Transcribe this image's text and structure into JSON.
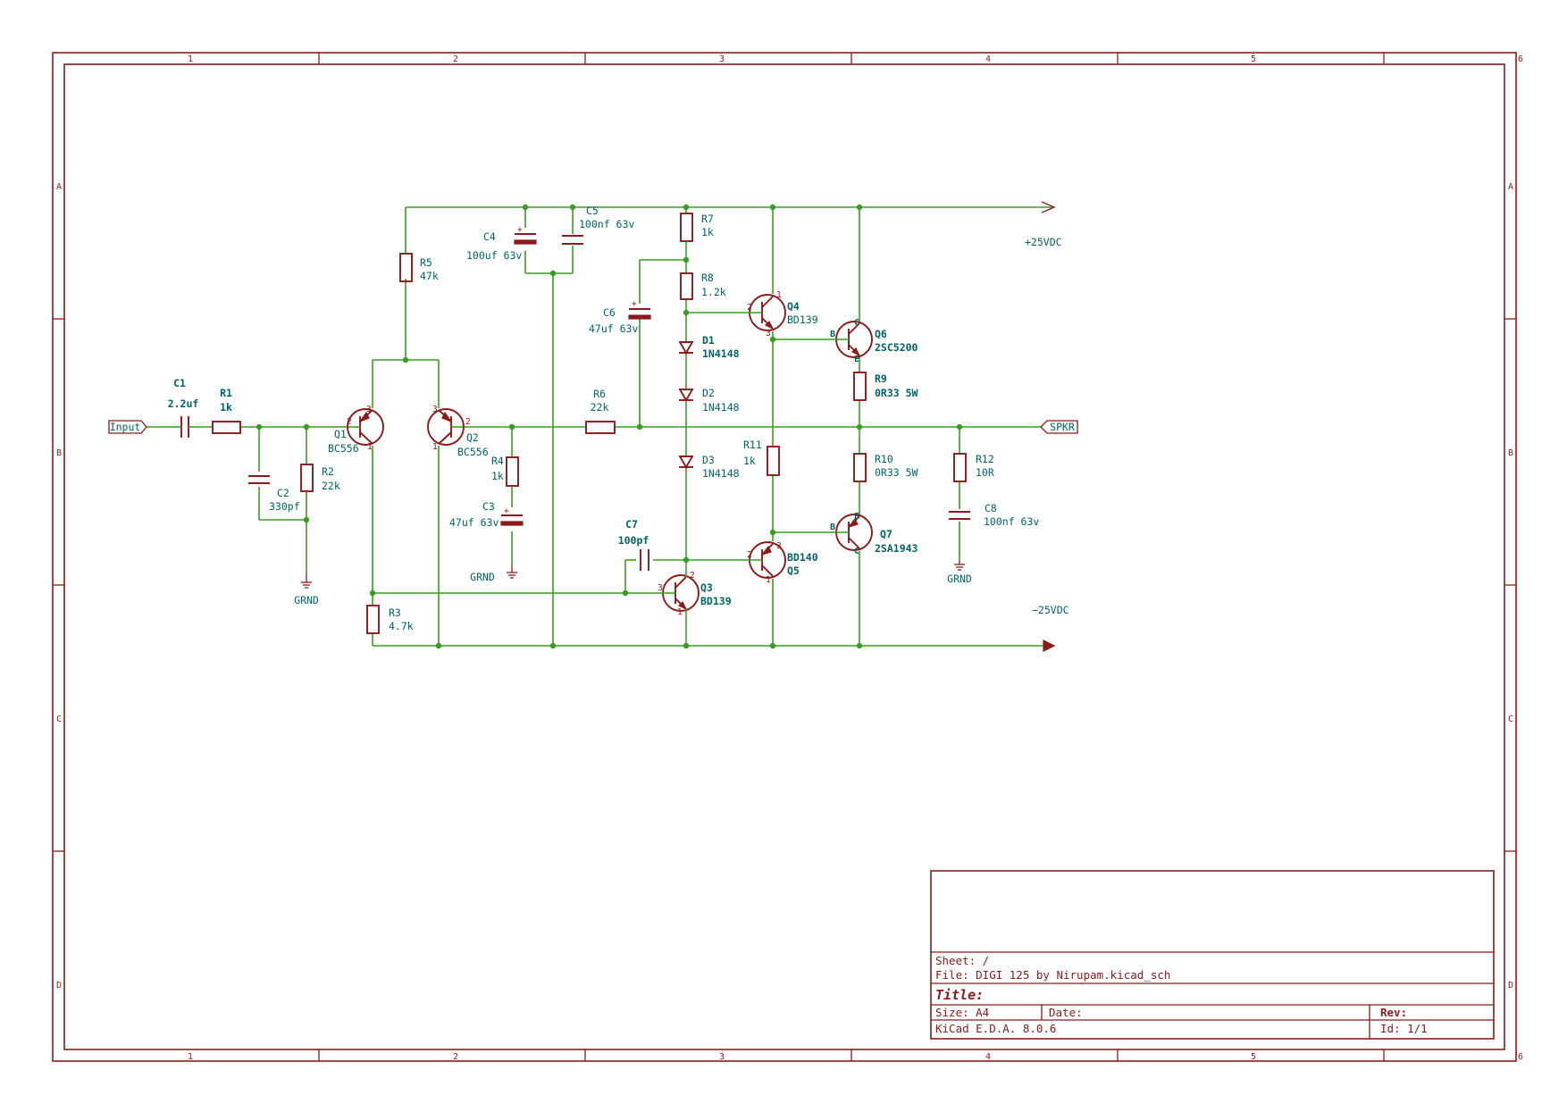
{
  "sheet": {
    "columns": [
      "1",
      "2",
      "3",
      "4",
      "5",
      "6"
    ],
    "rows": [
      "A",
      "B",
      "C",
      "D"
    ]
  },
  "title_block": {
    "sheet": "Sheet: /",
    "file": "File: DIGI 125 by Nirupam.kicad_sch",
    "title": "Title:",
    "size": "Size: A4",
    "date": "Date:",
    "rev": "Rev:",
    "tool": "KiCad E.D.A. 8.0.6",
    "id": "Id: 1/1"
  },
  "labels": {
    "input": "Input",
    "output": "SPKR",
    "vpos": "+25VDC",
    "vneg": "−25VDC",
    "gnd": "GRND"
  },
  "components": {
    "C1": {
      "ref": "C1",
      "value": "2.2uf"
    },
    "R1": {
      "ref": "R1",
      "value": "1k"
    },
    "C2": {
      "ref": "C2",
      "value": "330pf"
    },
    "R2": {
      "ref": "R2",
      "value": "22k"
    },
    "Q1": {
      "ref": "Q1",
      "value": "BC556"
    },
    "Q2": {
      "ref": "Q2",
      "value": "BC556"
    },
    "R3": {
      "ref": "R3",
      "value": "4.7k"
    },
    "R4": {
      "ref": "R4",
      "value": "1k"
    },
    "C3": {
      "ref": "C3",
      "value": "47uf 63v"
    },
    "R5": {
      "ref": "R5",
      "value": "47k"
    },
    "C4": {
      "ref": "C4",
      "value": "100uf 63v"
    },
    "C5": {
      "ref": "C5",
      "value": "100nf 63v"
    },
    "R6": {
      "ref": "R6",
      "value": "22k"
    },
    "C6": {
      "ref": "C6",
      "value": "47uf 63v"
    },
    "R7": {
      "ref": "R7",
      "value": "1k"
    },
    "R8": {
      "ref": "R8",
      "value": "1.2k"
    },
    "D1": {
      "ref": "D1",
      "value": "1N4148"
    },
    "D2": {
      "ref": "D2",
      "value": "1N4148"
    },
    "D3": {
      "ref": "D3",
      "value": "1N4148"
    },
    "C7": {
      "ref": "C7",
      "value": "100pf"
    },
    "Q3": {
      "ref": "Q3",
      "value": "BD139"
    },
    "Q4": {
      "ref": "Q4",
      "value": "BD139"
    },
    "Q5": {
      "ref": "Q5",
      "value": "BD140"
    },
    "R11": {
      "ref": "R11",
      "value": "1k"
    },
    "Q6": {
      "ref": "Q6",
      "value": "2SC5200"
    },
    "Q7": {
      "ref": "Q7",
      "value": "2SA1943"
    },
    "R9": {
      "ref": "R9",
      "value": "0R33 5W"
    },
    "R10": {
      "ref": "R10",
      "value": "0R33 5W"
    },
    "R12": {
      "ref": "R12",
      "value": "10R"
    },
    "C8": {
      "ref": "C8",
      "value": "100nf 63v"
    }
  },
  "pins": {
    "p1": "1",
    "p2": "2",
    "p3": "3",
    "b": "B",
    "c": "C",
    "e": "E"
  },
  "colors": {
    "symbol": "#8b1a1a",
    "wire": "#3a9d23",
    "text": "#006464"
  }
}
